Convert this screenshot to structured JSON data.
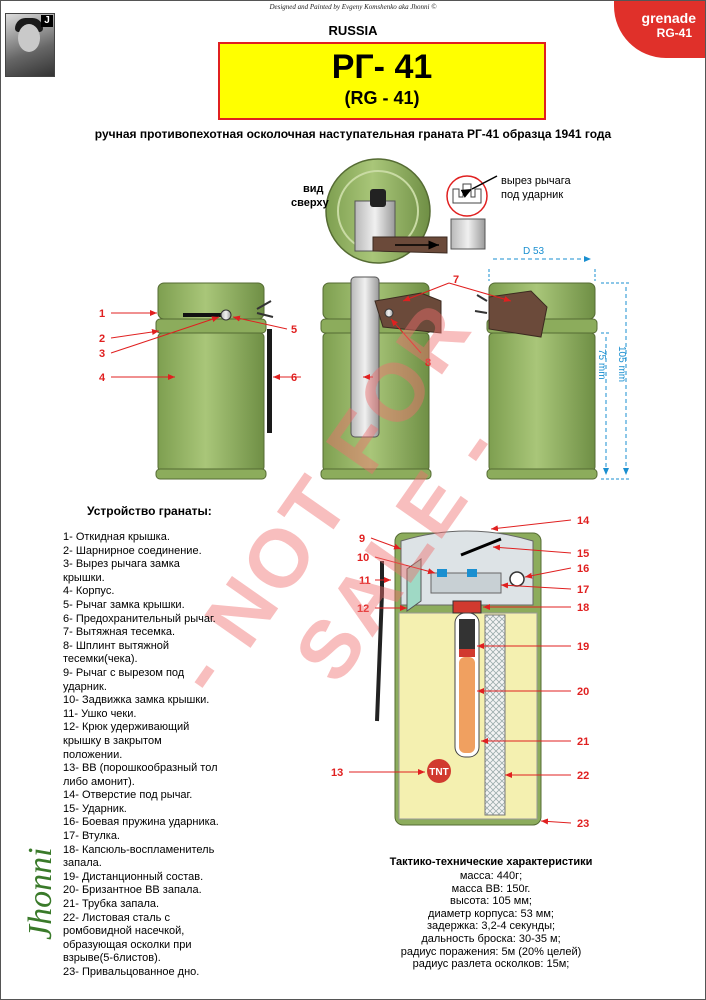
{
  "header": {
    "credit": "Designed and Painted by Evgeny Komshenko aka Jhonni ©",
    "country": "RUSSIA",
    "title": "РГ- 41",
    "title_latin": "(RG - 41)",
    "subtitle": "ручная противопехотная осколочная наступательная граната РГ-41 образца 1941 года",
    "badge": {
      "line1": "grenade",
      "line2": "RG-41"
    }
  },
  "diagram": {
    "top_view_label": [
      "вид",
      "сверху"
    ],
    "lever_cutout_label": [
      "вырез рычага",
      "под ударник"
    ],
    "dimensions": {
      "diameter": "D 53",
      "height": "105 mm",
      "body": "75 mm"
    },
    "callouts": [
      "1",
      "2",
      "3",
      "4",
      "5",
      "6",
      "7",
      "8",
      "9",
      "10",
      "11",
      "12",
      "13",
      "14",
      "15",
      "16",
      "17",
      "18",
      "19",
      "20",
      "21",
      "22",
      "23"
    ],
    "explosive_marking": "TNT"
  },
  "watermark": "- NOT FOR SALE -",
  "parts": {
    "title": "Устройство гранаты:",
    "items": [
      "1- Откидная крышка.",
      "2- Шарнирное соединение.",
      "3- Вырез рычага замка",
      "крышки.",
      "4- Корпус.",
      "5- Рычаг замка крышки.",
      "6- Предохранительный рычаг.",
      "7- Вытяжная тесемка.",
      "8- Шплинт вытяжной",
      "тесемки(чека).",
      "9- Рычаг с вырезом под",
      "ударник.",
      "10- Задвижка замка крышки.",
      "11- Ушко чеки.",
      "12- Крюк удерживающий",
      "крышку в закрытом",
      "положении.",
      "13- ВВ (порошкообразный тол",
      "либо амонит).",
      "14- Отверстие под рычаг.",
      "15- Ударник.",
      "16- Боевая пружина ударника.",
      "17- Втулка.",
      "18- Капсюль-воспламенитель",
      "запала.",
      "19- Дистанционный состав.",
      "20- Бризантное ВВ запала.",
      "21- Трубка запала.",
      "22- Листовая сталь с",
      "ромбовидной насечкой,",
      "образующая осколки при",
      "взрыве(5-6листов).",
      "23- Привальцованное дно."
    ]
  },
  "specs": {
    "title": "Тактико-технические характеристики",
    "items": [
      "масса: 440г;",
      "масса ВВ: 150г.",
      "высота: 105 мм;",
      "диаметр корпуса: 53 мм;",
      "задержка: 3,2-4 секунды;",
      "дальность броска: 30-35 м;",
      "радиус поражения: 5м (20% целей)",
      "радиус разлета осколков: 15м;"
    ]
  },
  "signature": "Jhonni",
  "colors": {
    "body_green": "#9cba6a",
    "body_dark": "#6f8f45",
    "title_bg": "#ffff00",
    "accent_red": "#e02020",
    "dimension_blue": "#1a8fd0",
    "explosive_yellow": "#f4f0b0",
    "strap_brown": "#6b4a3a"
  }
}
